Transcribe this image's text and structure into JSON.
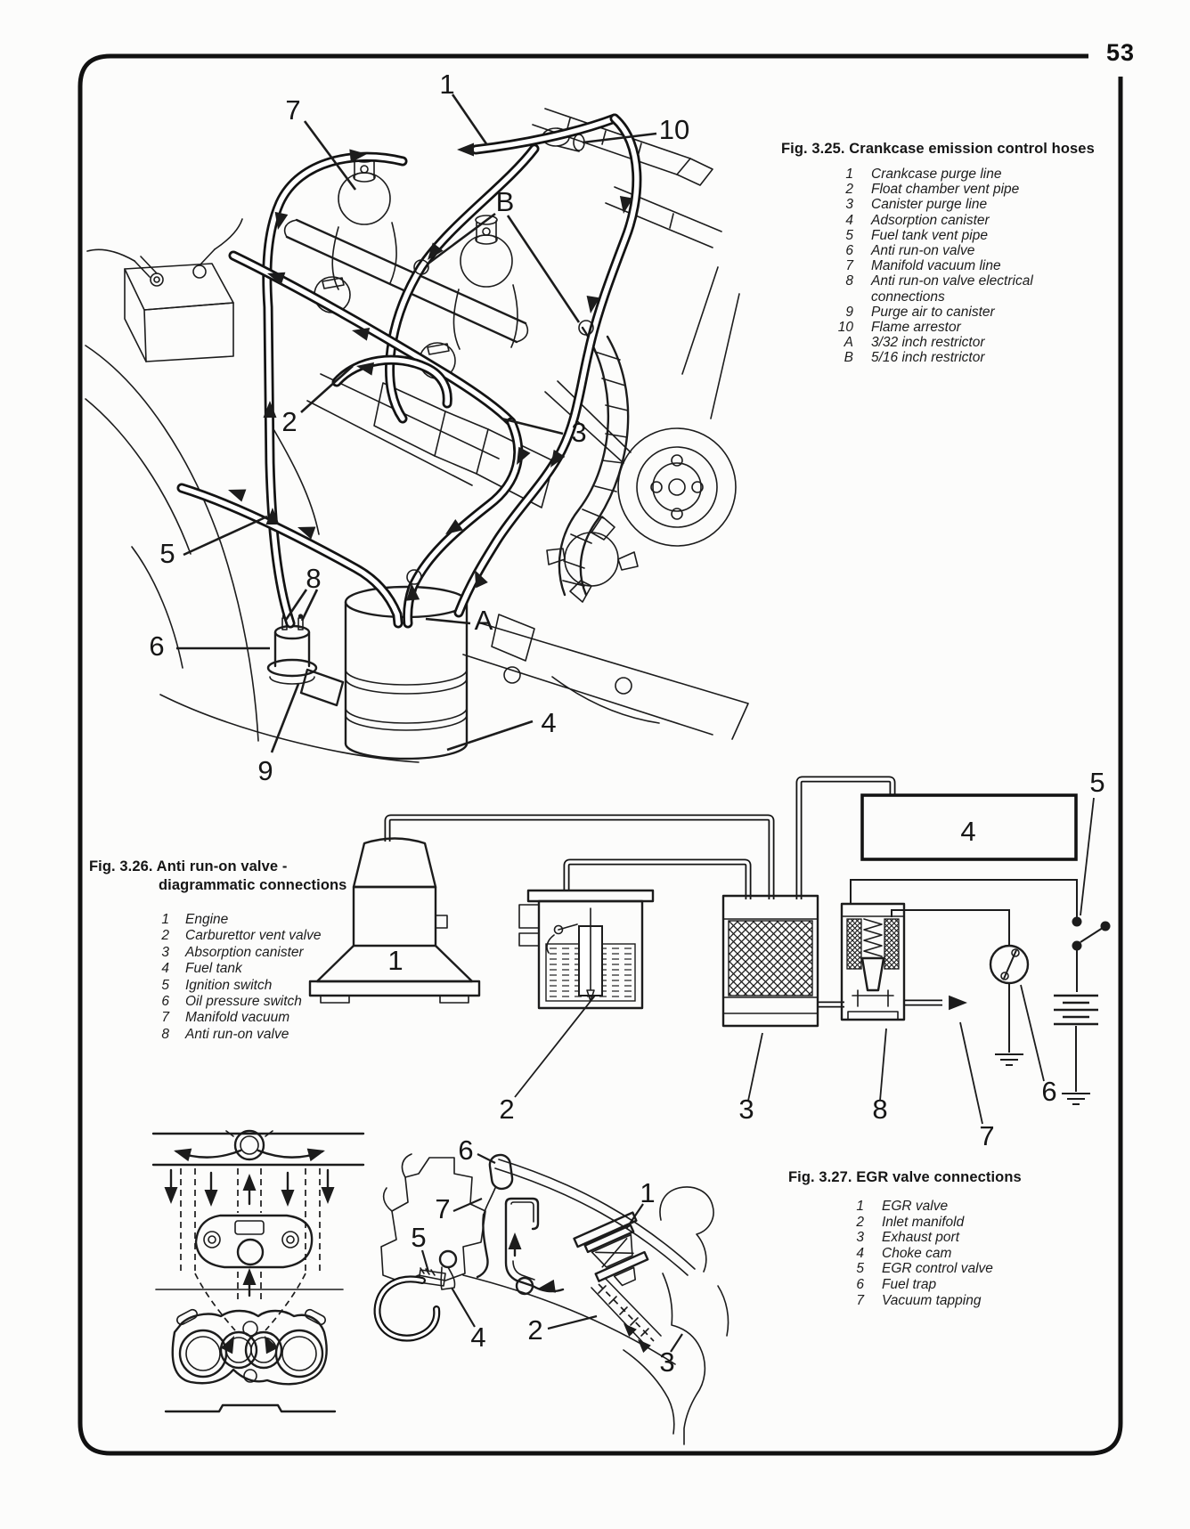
{
  "page": {
    "number": "53"
  },
  "fig325": {
    "title": "Fig. 3.25. Crankcase emission control hoses",
    "legend": [
      {
        "key": "1",
        "label": "Crankcase purge line"
      },
      {
        "key": "2",
        "label": "Float chamber vent pipe"
      },
      {
        "key": "3",
        "label": "Canister purge line"
      },
      {
        "key": "4",
        "label": "Adsorption canister"
      },
      {
        "key": "5",
        "label": "Fuel tank vent pipe"
      },
      {
        "key": "6",
        "label": "Anti run-on valve"
      },
      {
        "key": "7",
        "label": "Manifold vacuum line"
      },
      {
        "key": "8",
        "label": "Anti run-on valve electrical connections"
      },
      {
        "key": "9",
        "label": "Purge air to canister"
      },
      {
        "key": "10",
        "label": "Flame arrestor"
      },
      {
        "key": "A",
        "label": "3/32 inch restrictor"
      },
      {
        "key": "B",
        "label": "5/16 inch restrictor"
      }
    ]
  },
  "fig326": {
    "title_line1": "Fig. 3.26. Anti run-on valve -",
    "title_line2": "diagrammatic connections",
    "legend": [
      {
        "key": "1",
        "label": "Engine"
      },
      {
        "key": "2",
        "label": "Carburettor vent valve"
      },
      {
        "key": "3",
        "label": "Absorption canister"
      },
      {
        "key": "4",
        "label": "Fuel tank"
      },
      {
        "key": "5",
        "label": "Ignition switch"
      },
      {
        "key": "6",
        "label": "Oil pressure switch"
      },
      {
        "key": "7",
        "label": "Manifold vacuum"
      },
      {
        "key": "8",
        "label": "Anti run-on valve"
      }
    ]
  },
  "fig327": {
    "title": "Fig. 3.27. EGR valve connections",
    "legend": [
      {
        "key": "1",
        "label": "EGR valve"
      },
      {
        "key": "2",
        "label": "Inlet manifold"
      },
      {
        "key": "3",
        "label": "Exhaust port"
      },
      {
        "key": "4",
        "label": "Choke cam"
      },
      {
        "key": "5",
        "label": "EGR control valve"
      },
      {
        "key": "6",
        "label": "Fuel trap"
      },
      {
        "key": "7",
        "label": "Vacuum tapping"
      }
    ]
  }
}
